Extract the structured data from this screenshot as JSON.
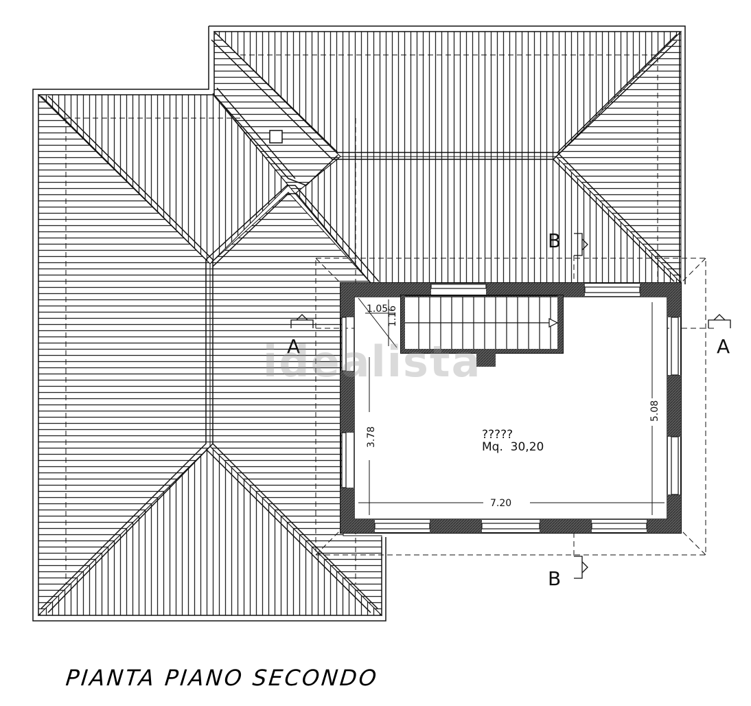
{
  "drawing": {
    "title": "PIANTA PIANO SECONDO",
    "room_name": "?????",
    "room_area": "Mq.  30,20",
    "dimensions": {
      "stair_w": "1.05",
      "stair_h": "1.16",
      "left_h": "3.78",
      "right_h": "5.08",
      "bottom_w": "7.20"
    },
    "section_a_left": "A",
    "section_a_right": "A",
    "section_b_top": "B",
    "section_b_bottom": "B",
    "watermark": "idealista"
  },
  "colors": {
    "line": "#111111",
    "wall_fill": "#4a4a4a",
    "paper": "#ffffff"
  }
}
